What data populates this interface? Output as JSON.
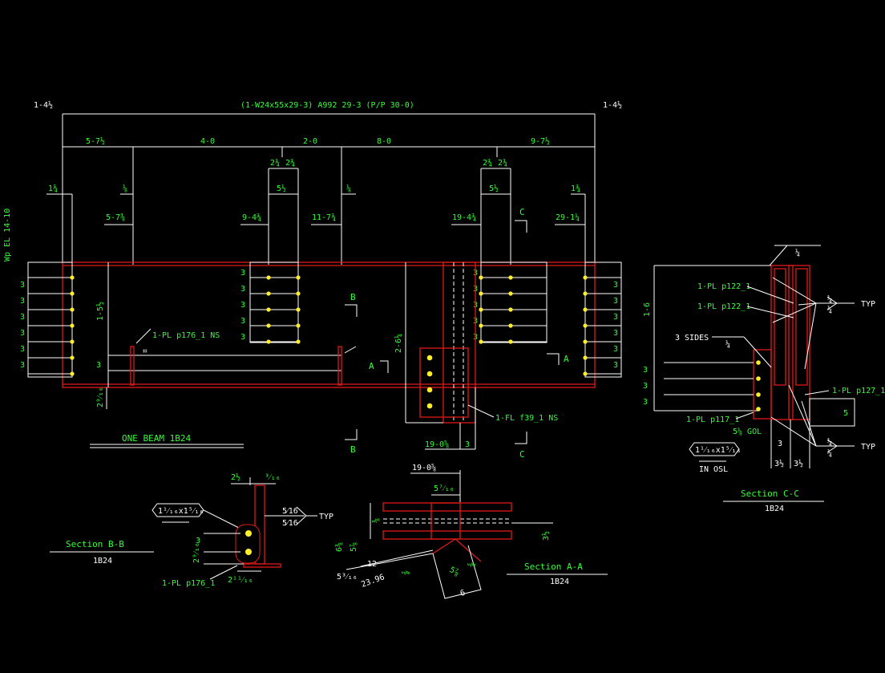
{
  "colors": {
    "background": "#000000",
    "line": "#ffffff",
    "steel": "#e11a1a",
    "text": "#33ff33",
    "bolt": "#ffef2a"
  },
  "elevation": {
    "title": "(1-W24x55x29-3)  A992  29-3  (P/P 30-0)",
    "left_end": "1-4½",
    "right_end": "1-4½",
    "left_elev": "Wp EL 14-10",
    "dims_top": [
      "5-7½",
      "4-0",
      "2-0",
      "8-0",
      "9-7½"
    ],
    "dims_mid": [
      "2¾",
      "2¾",
      "2¾",
      "2¾"
    ],
    "dims_small": [
      "1¾",
      "⅛",
      "5½",
      "⅛",
      "5½",
      "1¾"
    ],
    "dims_locate": [
      "5-7⅜",
      "9-4¾",
      "11-7¾",
      "19-4¾",
      "29-1¼"
    ],
    "bolt_spacing": "3",
    "web_dim_left": "1-5½",
    "web_dim_3": "3",
    "bottom_dim": "2⁹⁄₁₆",
    "side_dim": "2-6¼",
    "plate_note": "1-PL p176_1 NS",
    "flange_note": "1-FL f39_1 NS",
    "bottom_loc": "19-0⅝",
    "bottom_3": "3",
    "section_marks": {
      "a": "A",
      "b": "B",
      "c": "C"
    },
    "beam_title": "ONE BEAM 1B24"
  },
  "section_b": {
    "title": "Section B-B",
    "subtitle": "1B24",
    "bolt_tag": "1¹⁄₁₆x1⁵⁄₁₆",
    "dim_top": "2½",
    "dim_top2": "³⁄₁₆",
    "weld1": "5⁄16",
    "weld2": "5⁄16",
    "typ": "TYP",
    "dim_3": "3",
    "dim_side": "2⁹⁄₁₆",
    "dim_bot": "2¹¹⁄₁₆",
    "plate_note": "1-PL p176_1"
  },
  "section_a": {
    "title": "Section A-A",
    "subtitle": "1B24",
    "dim_top": "19-0⅝",
    "dim_5716": "5⁷⁄₁₆",
    "dim_left_a": "⅜",
    "dim_left_b": "6⅜",
    "dim_left_c": "5⅞",
    "dim_right": "3½",
    "dim_12": "12",
    "dim_5316": "5³⁄₁₆",
    "dim_2396": "23.96",
    "dim_slant_a": "⅝",
    "dim_slant_b": "5⅞",
    "dim_slant_c": "⅝",
    "dim_6": "6"
  },
  "section_c": {
    "title": "Section C-C",
    "subtitle": "1B24",
    "dim_16": "1-6",
    "weld_3sides": "3 SIDES",
    "weld_quarter": "¼",
    "plate1": "1-PL p122_1",
    "plate2": "1-PL p122_1",
    "plate3": "1-PL p127_1",
    "plate4": "1-PL p117_1",
    "gol": "5⅛ GOL",
    "bolt_tag": "1¹⁄₁₆x1⁵⁄₁₆",
    "in_osl": "IN OSL",
    "typ1": "TYP",
    "typ2": "TYP",
    "dim_3": "3",
    "dim_312": "3½",
    "dim_5": "5",
    "bolt_spacing": "3"
  }
}
